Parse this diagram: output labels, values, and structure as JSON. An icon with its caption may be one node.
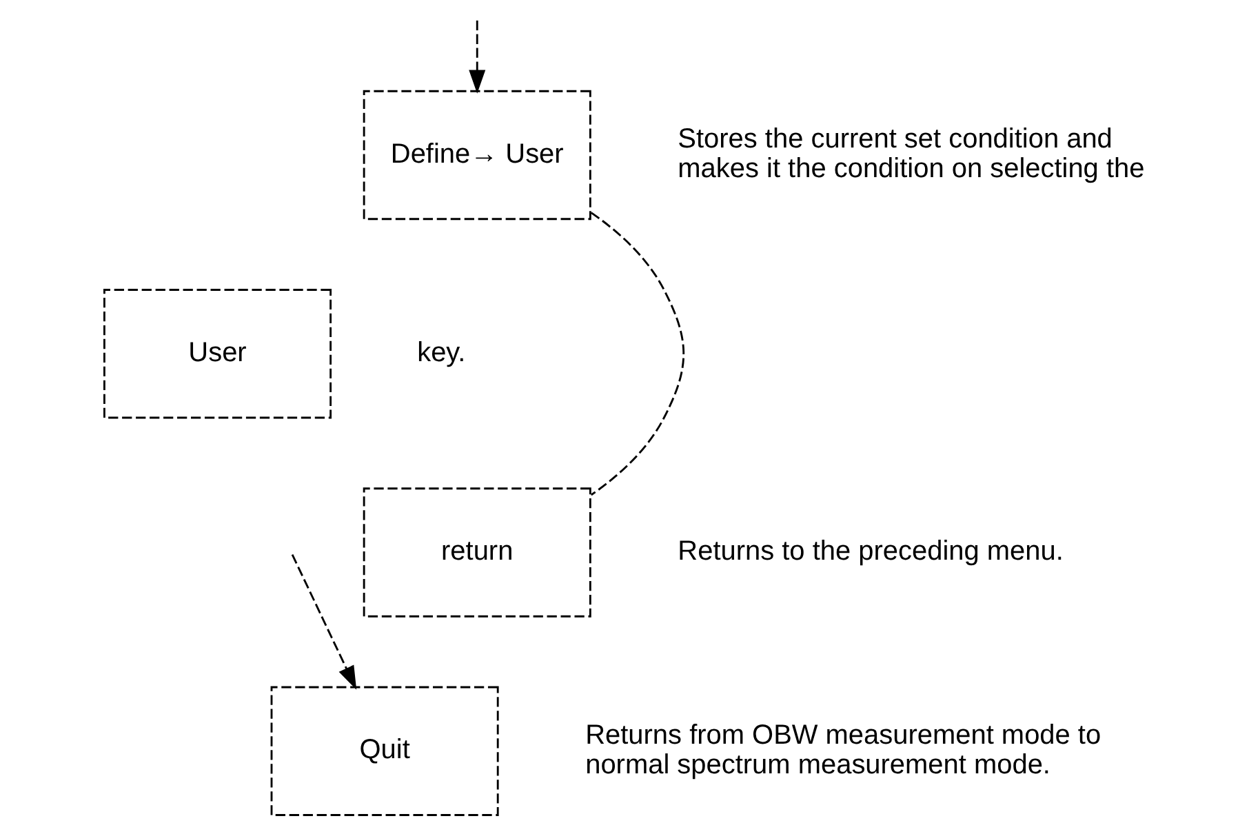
{
  "diagram": {
    "nodes": [
      {
        "text": [
          "Define→ User"
        ],
        "beside": [
          "Stores the current set condition and makes it the condition on selecting the"
        ]
      },
      {
        "text": [
          "User"
        ],
        "beside": [
          "key."
        ]
      },
      {
        "text": [
          "return"
        ],
        "beside": [
          "Returns to the preceding menu."
        ]
      },
      {
        "text": [
          "Quit"
        ],
        "beside": [
          "Returns from OBW measurement mode to normal spectrum measurement mode."
        ]
      }
    ],
    "edges": [
      {
        "from": null,
        "to": 0,
        "arrow": "to",
        "style": "dashed"
      },
      {
        "from": 0,
        "to": 2,
        "arrow": "none",
        "style": "dashed"
      },
      {
        "from": null,
        "to": 3,
        "arrow": "to",
        "style": "dashed"
      }
    ]
  }
}
